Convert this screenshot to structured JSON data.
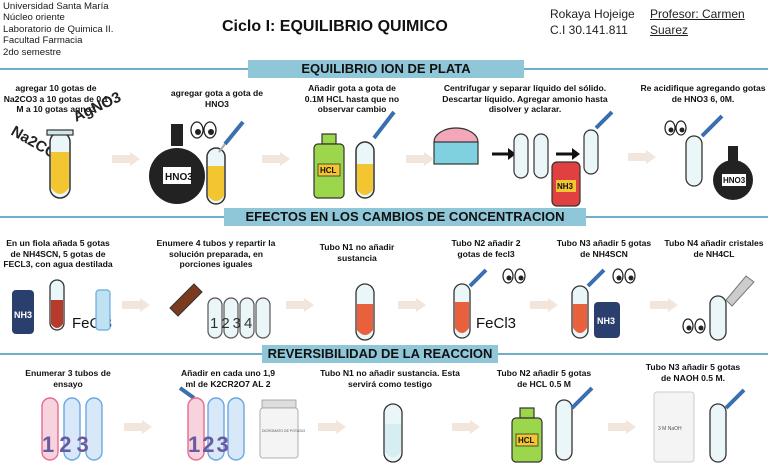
{
  "header": {
    "institution_lines": [
      "Universidad Santa María",
      "Núcleo oriente",
      "Laboratorio de Quimica II.",
      "Facultad Farmacia",
      "2do semestre"
    ],
    "title": "Ciclo I:  EQUILIBRIO QUIMICO",
    "student_name": "Rokaya Hojeige",
    "student_id": "C.I  30.141.811",
    "professor": "Profesor: Carmen Suarez"
  },
  "sections": [
    {
      "title": "EQUILIBRIO ION DE PLATA",
      "steps": [
        "agregar 10 gotas de Na2CO3 a 10 gotas de 0.1 M a 10 gotas agno3",
        "agregar gota a gota de HNO3",
        "Añadir gota a gota de 0.1M HCL hasta que no observar cambio",
        "Centrifugar  y separar líquido del sólido. Descartar líquido. Agregar amonio hasta disolver y aclarar.",
        "Re acidifique agregando gotas de HNO3 6, 0M."
      ]
    },
    {
      "title": "EFECTOS EN LOS CAMBIOS DE CONCENTRACION",
      "steps": [
        "En un fiola añada 5 gotas de NH4SCN, 5 gotas de FECL3, con agua destilada",
        "Enumere 4 tubos y repartir la solución preparada, en porciones iguales",
        "Tubo N1 no añadir sustancia",
        "Tubo N2  añadir 2 gotas de fecl3",
        "Tubo N3  añadir 5 gotas de NH4SCN",
        "Tubo N4  añadir cristales de NH4CL"
      ]
    },
    {
      "title": "REVERSIBILIDAD DE LA REACCION",
      "steps": [
        "Enumerar 3 tubos de ensayo",
        "Añadir en cada uno 1,9 ml de K2CR2O7 AL 2",
        "Tubo N1 no añadir sustancia. Esta servirá como testigo",
        "Tubo N2  añadir 5 gotas de HCL 0.5 M",
        "Tubo N3  añadir 5 gotas de NAOH 0.5 M."
      ]
    }
  ],
  "labels": {
    "na2co3": "Na2CO3",
    "agno3": "AgNO3",
    "hno3": "HNO3",
    "hcl": "HCL",
    "nh3": "NH3",
    "fecl3": "FeCl3",
    "tube_numbers_4": "1234",
    "tube_numbers_3": "123",
    "bottle_label": "3 M NaOH",
    "reagent_jar_label": "DICROMATO DE POTASIO"
  },
  "colors": {
    "banner": "#8fc7d8",
    "yellow_solution": "#f2c531",
    "red_solution": "#e8603c",
    "pale_solution": "#d6eef2",
    "arrow": "#f1e5dc",
    "pink": "#e86a8f",
    "blue": "#6aa8e0"
  }
}
